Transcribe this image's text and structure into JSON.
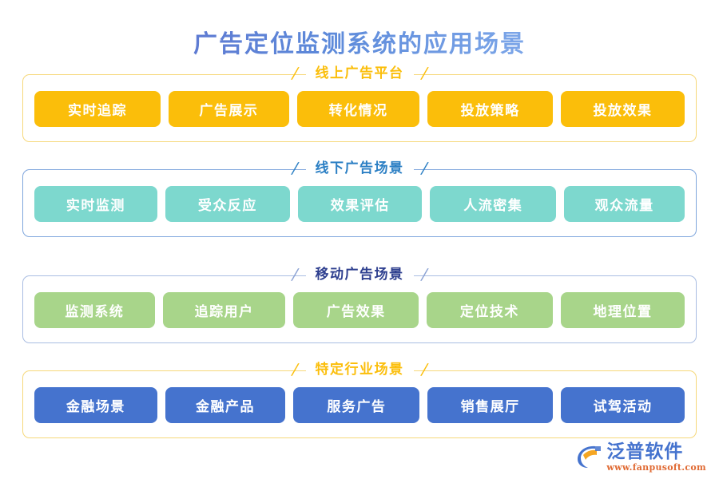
{
  "title": "广告定位监测系统的应用场景",
  "sections": [
    {
      "label": "线上广告平台",
      "slash_left": "/",
      "slash_right": "/",
      "tag_color": "#fbbe0a",
      "border_color": "#f6d87a",
      "label_color": "#fbbe0a",
      "tags": [
        "实时追踪",
        "广告展示",
        "转化情况",
        "投放策略",
        "投放效果"
      ]
    },
    {
      "label": "线下广告场景",
      "slash_left": "/",
      "slash_right": "/",
      "tag_color": "#7dd8ce",
      "border_color": "#7fa6dd",
      "label_color": "#2b7fc4",
      "tags": [
        "实时监测",
        "受众反应",
        "效果评估",
        "人流密集",
        "观众流量"
      ]
    },
    {
      "label": "移动广告场景",
      "slash_left": "/",
      "slash_right": "/",
      "tag_color": "#a8d58a",
      "border_color": "#a9bde2",
      "label_color": "#2e3f8f",
      "tags": [
        "监测系统",
        "追踪用户",
        "广告效果",
        "定位技术",
        "地理位置"
      ]
    },
    {
      "label": "特定行业场景",
      "slash_left": "/",
      "slash_right": "/",
      "tag_color": "#4573ce",
      "border_color": "#f6d87a",
      "label_color": "#fbbe0a",
      "tags": [
        "金融场景",
        "金融产品",
        "服务广告",
        "销售展厅",
        "试驾活动"
      ]
    }
  ],
  "logo": {
    "name": "泛普软件",
    "url": "www.fanpusoft.com",
    "mark_color": "#4573ce",
    "accent_color": "#f5a623"
  }
}
